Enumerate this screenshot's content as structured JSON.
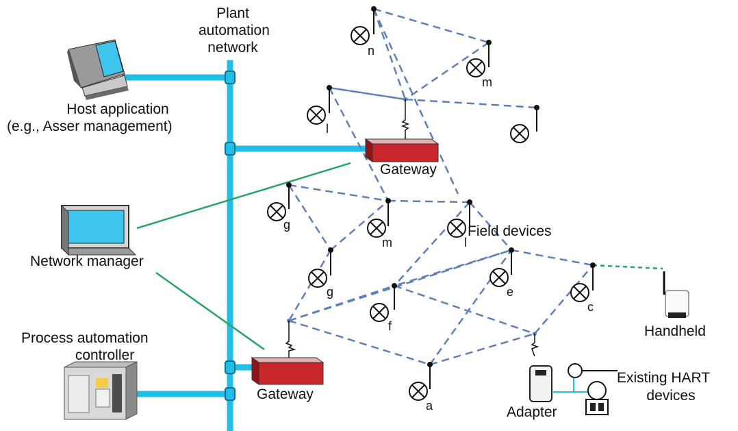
{
  "labels": {
    "plant_network_1": "Plant",
    "plant_network_2": "automation",
    "plant_network_3": "network",
    "host_app_1": "Host application",
    "host_app_2": "(e.g., Asser management)",
    "gateway_top": "Gateway",
    "gateway_bottom": "Gateway",
    "network_manager": "Network manager",
    "process_ctrl_1": "Process automation",
    "process_ctrl_2": "controller",
    "field_devices": "Field devices",
    "handheld": "Handheld",
    "hart_1": "Existing HART",
    "hart_2": "devices",
    "adapter": "Adapter"
  },
  "device_tags": [
    "n",
    "m",
    "l",
    "g",
    "m",
    "l",
    "g",
    "f",
    "e",
    "c",
    "a"
  ],
  "colors": {
    "backbone": "#1fbfe8",
    "mesh": "#5f7fb8",
    "manager_link": "#2aa36a",
    "gateway": "#c8262a"
  }
}
